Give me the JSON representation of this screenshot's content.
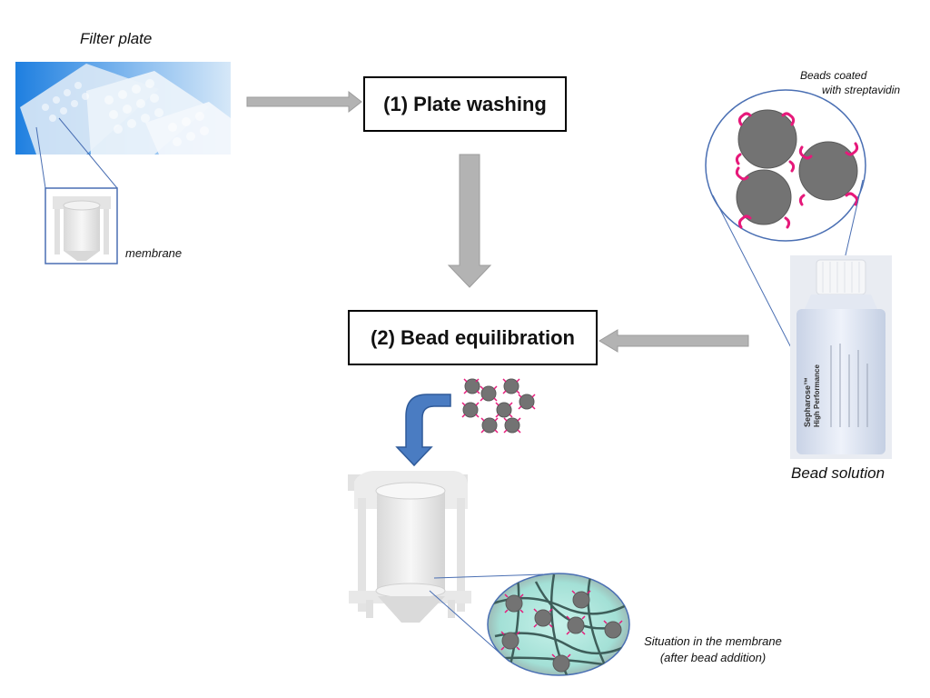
{
  "filter_plate": {
    "title": "Filter plate",
    "membrane_label": "membrane"
  },
  "steps": [
    {
      "label": "(1) Plate washing"
    },
    {
      "label": "(2) Bead equilibration"
    }
  ],
  "beads": {
    "coated_label_line1": "Beads coated",
    "coated_label_line2": "with streptavidin",
    "solution_label": "Bead solution",
    "bottle_brand": "Sepharose™",
    "bottle_subtitle": "High Performance"
  },
  "membrane_situation": {
    "line1": "Situation in the membrane",
    "line2": "(after bead addition)"
  },
  "colors": {
    "arrow_gray": "#b3b3b3",
    "arrow_blue": "#4a7cc2",
    "bead_gray": "#737373",
    "streptavidin_pink": "#e6197a",
    "callout_line": "#4a6fb3",
    "membrane_fill": "#a8e3d8"
  }
}
